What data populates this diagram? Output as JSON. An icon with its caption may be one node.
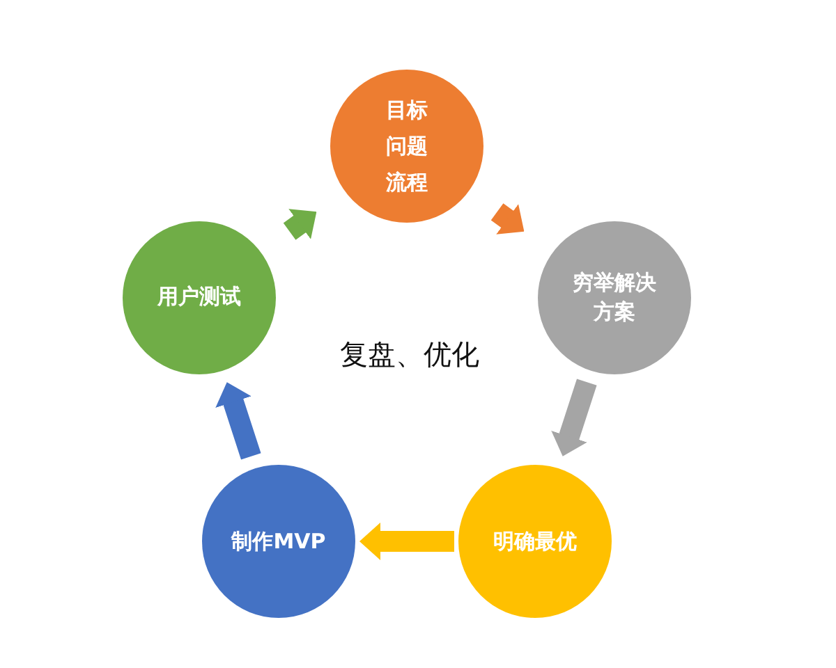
{
  "diagram": {
    "nodes": [
      {
        "text": [
          "目标",
          "问题",
          "流程"
        ]
      },
      {
        "text": [
          "穷举解决方案"
        ]
      },
      {
        "text": [
          "明确最优"
        ]
      },
      {
        "text": [
          "制作MVP"
        ]
      },
      {
        "text": [
          "用户测试"
        ]
      }
    ],
    "edges": [
      {
        "from": 4,
        "to": 0,
        "arrow": "to",
        "color": "#70ad47"
      },
      {
        "from": 0,
        "to": 1,
        "arrow": "to",
        "color": "#ed7d31"
      },
      {
        "from": 1,
        "to": 2,
        "arrow": "to",
        "color": "#a5a5a5"
      },
      {
        "from": 2,
        "to": 3,
        "arrow": "to",
        "color": "#ffc000"
      },
      {
        "from": 3,
        "to": 4,
        "arrow": "to",
        "color": "#4472c4"
      }
    ],
    "labels": [
      "复盘、优化"
    ]
  }
}
